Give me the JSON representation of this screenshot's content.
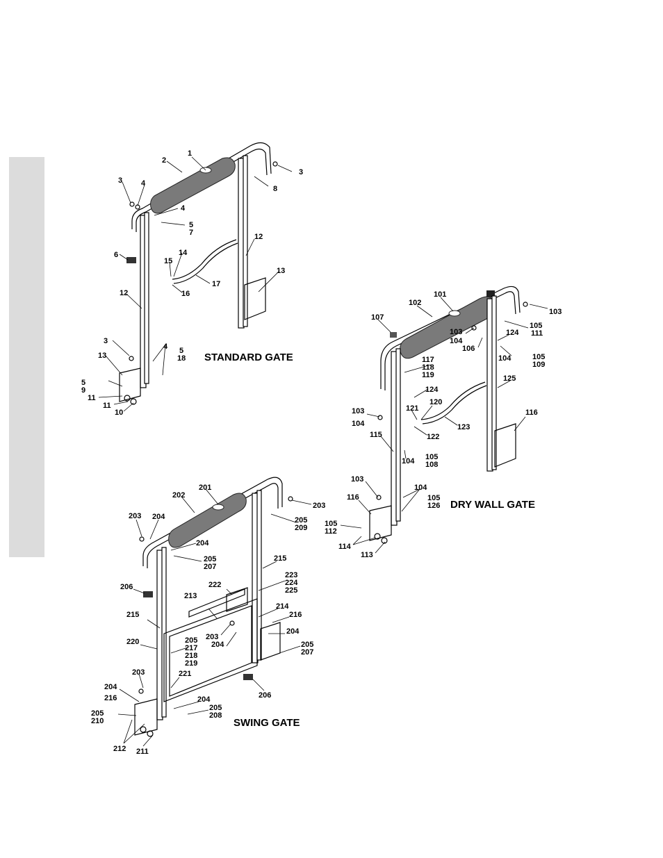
{
  "titles": {
    "standard": "STANDARD GATE",
    "drywall": "DRY WALL GATE",
    "swing": "SWING GATE"
  },
  "colors": {
    "side_tab": "#dcdcdc",
    "pad": "#7a7a7a",
    "line": "#000000"
  },
  "callouts": {
    "standard": [
      "1",
      "2",
      "3",
      "4",
      "4",
      "5",
      "7",
      "6",
      "14",
      "15",
      "12",
      "17",
      "16",
      "12",
      "13",
      "3",
      "8",
      "3",
      "4",
      "5",
      "18",
      "13",
      "5",
      "9",
      "11",
      "11",
      "10"
    ],
    "drywall": [
      "101",
      "102",
      "107",
      "103",
      "103",
      "104",
      "106",
      "124",
      "105",
      "111",
      "104",
      "105",
      "109",
      "117",
      "118",
      "119",
      "124",
      "125",
      "121",
      "120",
      "116",
      "103",
      "104",
      "122",
      "123",
      "115",
      "104",
      "105",
      "108",
      "103",
      "104",
      "116",
      "105",
      "126",
      "105",
      "112",
      "114",
      "113"
    ],
    "swing": [
      "201",
      "202",
      "203",
      "203",
      "204",
      "204",
      "205",
      "209",
      "205",
      "207",
      "215",
      "206",
      "222",
      "223",
      "224",
      "225",
      "213",
      "214",
      "216",
      "215",
      "203",
      "204",
      "204",
      "205",
      "207",
      "220",
      "205",
      "217",
      "218",
      "219",
      "221",
      "203",
      "206",
      "204",
      "216",
      "204",
      "205",
      "208",
      "205",
      "210",
      "212",
      "211"
    ]
  }
}
